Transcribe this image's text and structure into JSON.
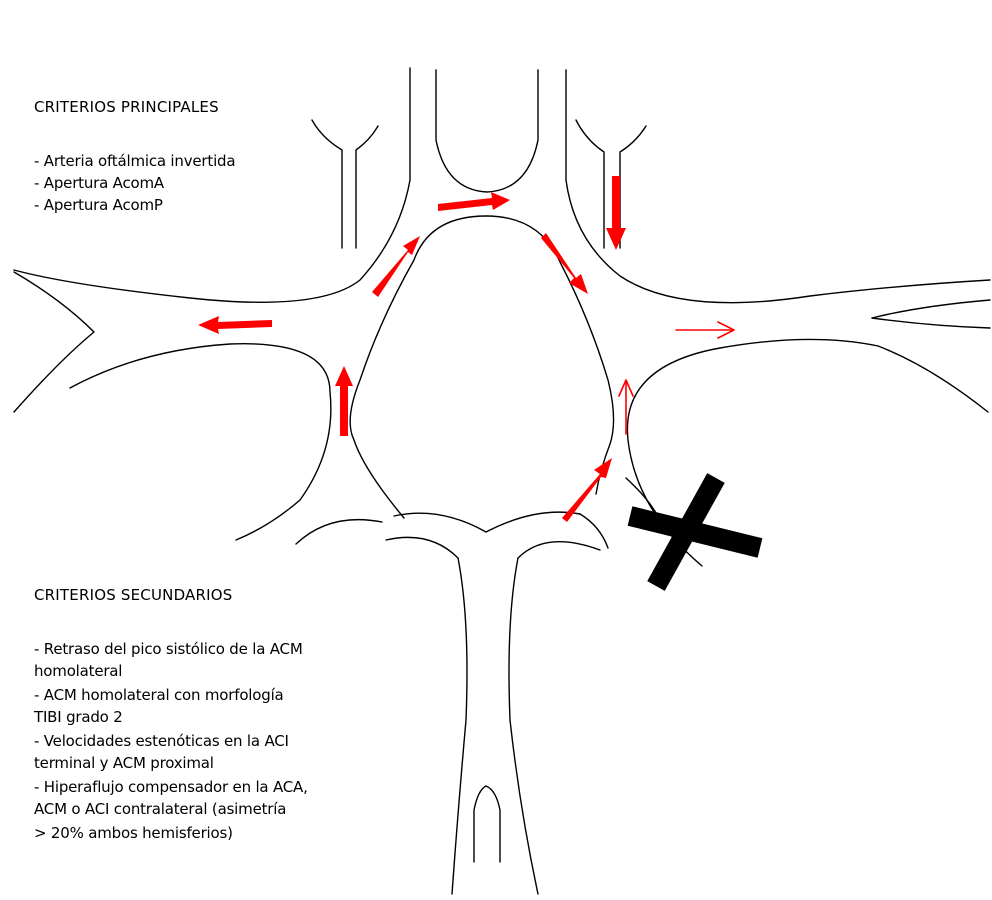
{
  "primary": {
    "title": "CRITERIOS PRINCIPALES",
    "items": [
      "- Arteria oftálmica invertida",
      "- Apertura AcomA",
      "- Apertura AcomP"
    ]
  },
  "secondary": {
    "title": "CRITERIOS SECUNDARIOS",
    "lines": [
      "- Retraso del pico sistólico de la ACM",
      "homolateral",
      "- ACM homolateral con morfología",
      "TIBI grado 2",
      "- Velocidades estenóticas en la ACI",
      "terminal y ACM proximal",
      "- Hiperaflujo compensador en la ACA,",
      "ACM o ACI contralateral (asimetría",
      "> 20% ambos hemisferios)"
    ]
  },
  "colors": {
    "flow": "#ff0000",
    "vessel": "#000000",
    "occlusion": "#000000"
  }
}
